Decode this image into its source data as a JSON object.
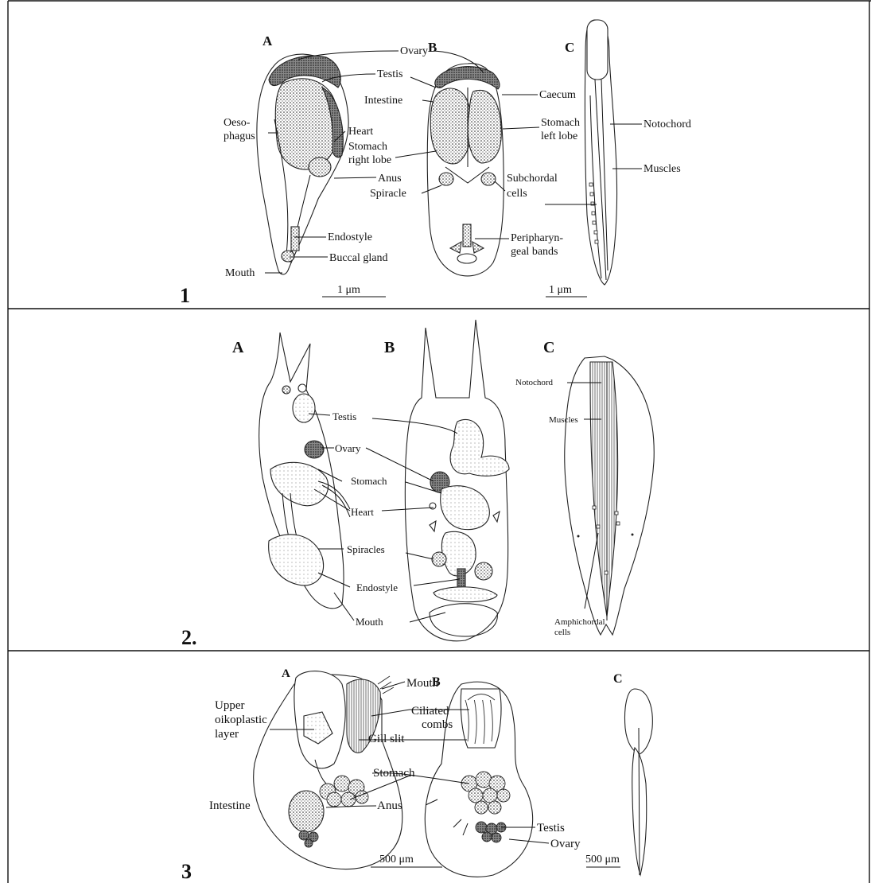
{
  "figure_1": {
    "number": "1",
    "panels": [
      "A",
      "B",
      "C"
    ],
    "labels": {
      "ovary": "Ovary",
      "testis": "Testis",
      "intestine": "Intestine",
      "caecum": "Caecum",
      "oesophagus_1": "Oeso-",
      "oesophagus_2": "phagus",
      "heart": "Heart",
      "stomach_right_1": "Stomach",
      "stomach_right_2": "right lobe",
      "stomach_left_1": "Stomach",
      "stomach_left_2": "left lobe",
      "notochord": "Notochord",
      "muscles": "Muscles",
      "anus": "Anus",
      "spiracle": "Spiracle",
      "subchordal_1": "Subchordal",
      "subchordal_2": "cells",
      "endostyle": "Endostyle",
      "peripharyngeal_1": "Peripharyn-",
      "peripharyngeal_2": "geal bands",
      "buccal_gland": "Buccal gland",
      "mouth": "Mouth"
    },
    "scale_bar_a": "1 μm",
    "scale_bar_c": "1 μm"
  },
  "figure_2": {
    "number": "2.",
    "panels": [
      "A",
      "B",
      "C"
    ],
    "labels": {
      "testis": "Testis",
      "ovary": "Ovary",
      "stomach": "Stomach",
      "heart": "Heart",
      "spiracles": "Spiracles",
      "endostyle": "Endostyle",
      "mouth": "Mouth",
      "notochord": "Notochord",
      "muscles": "Muscles",
      "amphichordal_1": "Amphichordal",
      "amphichordal_2": "cells"
    }
  },
  "figure_3": {
    "number": "3",
    "panels": [
      "A",
      "B",
      "C"
    ],
    "labels": {
      "mouth": "Mouth",
      "upper_1": "Upper",
      "upper_2": "oikoplastic",
      "upper_3": "layer",
      "ciliated_1": "Ciliated",
      "ciliated_2": "combs",
      "gill_slit": "Gill slit",
      "stomach": "Stomach",
      "intestine": "Intestine",
      "anus": "Anus",
      "testis": "Testis",
      "ovary": "Ovary"
    },
    "scale_bar_a": "500 μm",
    "scale_bar_c": "500 μm"
  }
}
